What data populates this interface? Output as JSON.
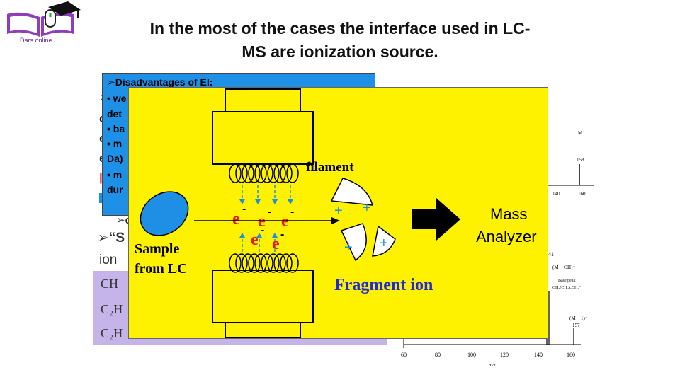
{
  "logo": {
    "text": "Dars online"
  },
  "title": {
    "line1": "In the most of the cases the interface used in LC-",
    "line2": "MS are ionization source."
  },
  "ei_box": {
    "heading": "➢Disadvantages of EI:",
    "lines": [
      "• we",
      "det",
      "• ba",
      "• m",
      "Da)",
      "• m",
      "dur"
    ]
  },
  "left_text": {
    "bullet_co": "➢co",
    "quote_s": "➢“S",
    "ion": "ion"
  },
  "equations": {
    "line1": "CH",
    "line2": "C₂H",
    "line3": "C₂H"
  },
  "spectrum": {
    "label_m": "M⁺",
    "label_m_val": "158",
    "label_n": "n",
    "tick_140_top": "140",
    "tick_160_top": "160",
    "label_41": "41",
    "label_m_oh": "(M − OH)⁺",
    "base_peak": "Base peak",
    "base_peak_formula": "CH₃(CH₂)₅CH₂⁺",
    "label_m_1": "(M − 1)⁺",
    "label_157": "157",
    "x_ticks": [
      "60",
      "80",
      "100",
      "120",
      "140",
      "160"
    ],
    "xlabel": "m/z"
  },
  "diagram": {
    "filament": "filament",
    "sample_line1": "Sample",
    "sample_line2": "from LC",
    "mass_line1": "Mass",
    "mass_line2": "Analyzer",
    "fragment": "Fragment ion",
    "electron": "e",
    "minus": "-",
    "plus": "+"
  },
  "colors": {
    "yellow": "#fff200",
    "blue_box": "#1e90e6",
    "lavender": "#c5b4ea",
    "fragment_blue": "#1f2bd6",
    "electron_red": "#e51b24",
    "sample_blue": "#1f8fe6"
  }
}
